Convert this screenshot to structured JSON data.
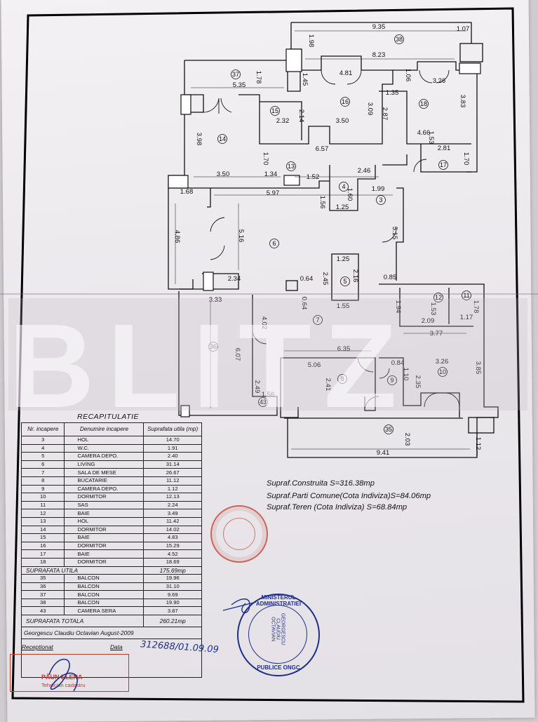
{
  "recap": {
    "title": "RECAPITULATIE",
    "headers": [
      "Nr. incapere",
      "Denumire incapere",
      "Suprafata utila (mp)"
    ],
    "rows": [
      [
        "3",
        "HOL",
        "14.70"
      ],
      [
        "4",
        "W.C.",
        "1.91"
      ],
      [
        "5",
        "CAMERA DEPO.",
        "2.40"
      ],
      [
        "6",
        "LIVING",
        "31.14"
      ],
      [
        "7",
        "SALA DE MESE",
        "26.67"
      ],
      [
        "8",
        "BUCATARIE",
        "11.12"
      ],
      [
        "9",
        "CAMERA DEPO.",
        "1.12"
      ],
      [
        "10",
        "DORMITOR",
        "12.13"
      ],
      [
        "11",
        "SAS",
        "2.24"
      ],
      [
        "12",
        "BAIE",
        "3.49"
      ],
      [
        "13",
        "HOL",
        "11.42"
      ],
      [
        "14",
        "DORMITOR",
        "14.02"
      ],
      [
        "15",
        "BAIE",
        "4.83"
      ],
      [
        "16",
        "DORMITOR",
        "15.29"
      ],
      [
        "17",
        "BAIE",
        "4.52"
      ],
      [
        "18",
        "DORMITOR",
        "18.69"
      ]
    ],
    "suprafata_utila_label": "SUPRAFATA UTILA",
    "suprafata_utila_value": "175.69mp",
    "balcony_rows": [
      [
        "35",
        "BALCON",
        "19.96"
      ],
      [
        "36",
        "BALCON",
        "31.10"
      ],
      [
        "37",
        "BALCON",
        "9.69"
      ],
      [
        "38",
        "BALCON",
        "19.90"
      ],
      [
        "43",
        "CAMERA SERA",
        "3.87"
      ]
    ],
    "suprafata_totala_label": "SUPRAFATA TOTALA",
    "suprafata_totala_value": "260.21mp",
    "author": "Georgescu Claudiu Octavian August-2009",
    "registration": "312688/01.09.09",
    "receptionat": "Receptionat",
    "data_label": "Data",
    "clerk_name": "PĂUN ELENA",
    "clerk_role": "Tehnician cadastru"
  },
  "summary": {
    "line1": "Supraf.Construita S=316.38mp",
    "line2": "Supraf.Parti Comune(Cota Indiviza)S=84.06mp",
    "line3": "Supraf.Teren (Cota Indiviza) S=68.84mp"
  },
  "stamps": {
    "round_stamp_top": "MINISTERUL ADMINISTRATIEI",
    "round_stamp_bottom": "PUBLICE ONGC",
    "round_stamp_center": "GEORGESCU CLAUDIU OCTAVIAN"
  },
  "watermark": "BLITZ",
  "plan": {
    "room_numbers": [
      "3",
      "4",
      "5",
      "6",
      "7",
      "8",
      "9",
      "10",
      "11",
      "12",
      "13",
      "14",
      "15",
      "16",
      "17",
      "18",
      "35",
      "36",
      "37",
      "38",
      "43"
    ],
    "dimensions": [
      "9.35",
      "1.07",
      "1.98",
      "8.23",
      "4.81",
      "1.06",
      "3.26",
      "1.78",
      "5.35",
      "1.45",
      "1.35",
      "3.83",
      "2.32",
      "2.14",
      "3.50",
      "3.09",
      "2.87",
      "4.66",
      "3.98",
      "6.57",
      "2.81",
      "1.70",
      "1.53",
      "1.70",
      "3.50",
      "1.34",
      "1.52",
      "2.46",
      "1.68",
      "5.97",
      "1.56",
      "1.60",
      "1.99",
      "1.25",
      "4.86",
      "5.16",
      "5.15",
      "1.25",
      "2.45",
      "2.16",
      "2.34",
      "0.64",
      "0.85",
      "0.64",
      "1.55",
      "1.94",
      "1.53",
      "1.78",
      "3.33",
      "2.09",
      "1.17",
      "3.77",
      "4.02",
      "6.07",
      "6.35",
      "5.06",
      "0.84",
      "3.26",
      "1.10",
      "3.85",
      "2.41",
      "2.35",
      "2.49",
      "1.56",
      "2.03",
      "9.41",
      "1.12"
    ]
  },
  "colors": {
    "ink": "#111111",
    "stamp_red": "#c0392b",
    "stamp_blue": "#1f2f8a"
  }
}
